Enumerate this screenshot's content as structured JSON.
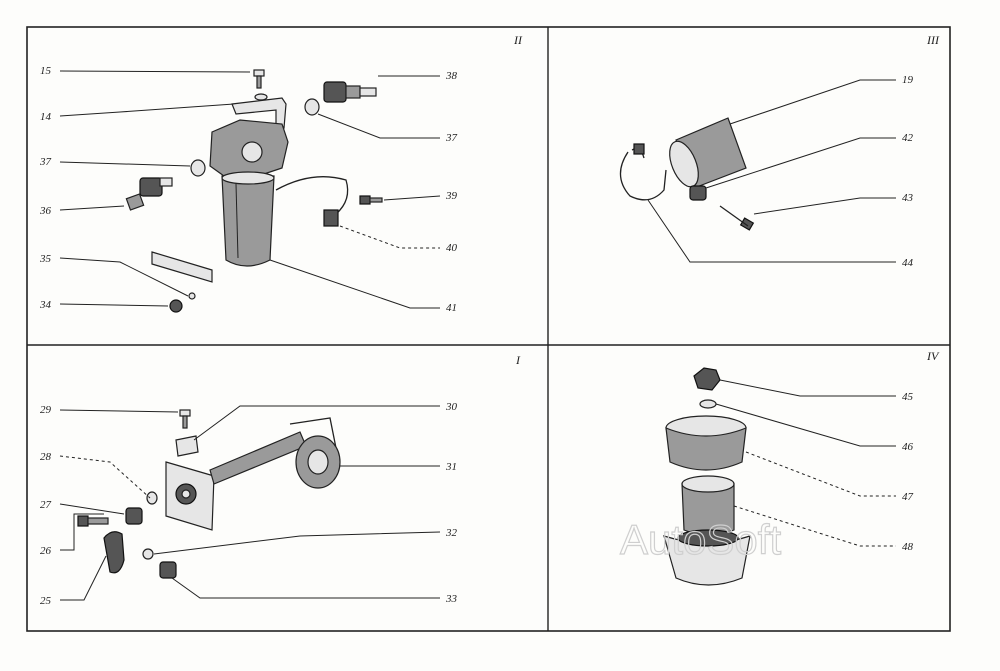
{
  "panels": {
    "top_left": "II",
    "top_right": "III",
    "bottom_left": "I",
    "bottom_right": "IV"
  },
  "callouts": {
    "c15": "15",
    "c14": "14",
    "c37a": "37",
    "c36": "36",
    "c35": "35",
    "c34": "34",
    "c38": "38",
    "c37b": "37",
    "c39": "39",
    "c40": "40",
    "c41": "41",
    "c19": "19",
    "c42": "42",
    "c43": "43",
    "c44": "44",
    "c29": "29",
    "c28": "28",
    "c27": "27",
    "c26": "26",
    "c25": "25",
    "c30": "30",
    "c31": "31",
    "c32": "32",
    "c33": "33",
    "c45": "45",
    "c46": "46",
    "c47": "47",
    "c48": "48"
  },
  "watermark": "AutoSoft"
}
